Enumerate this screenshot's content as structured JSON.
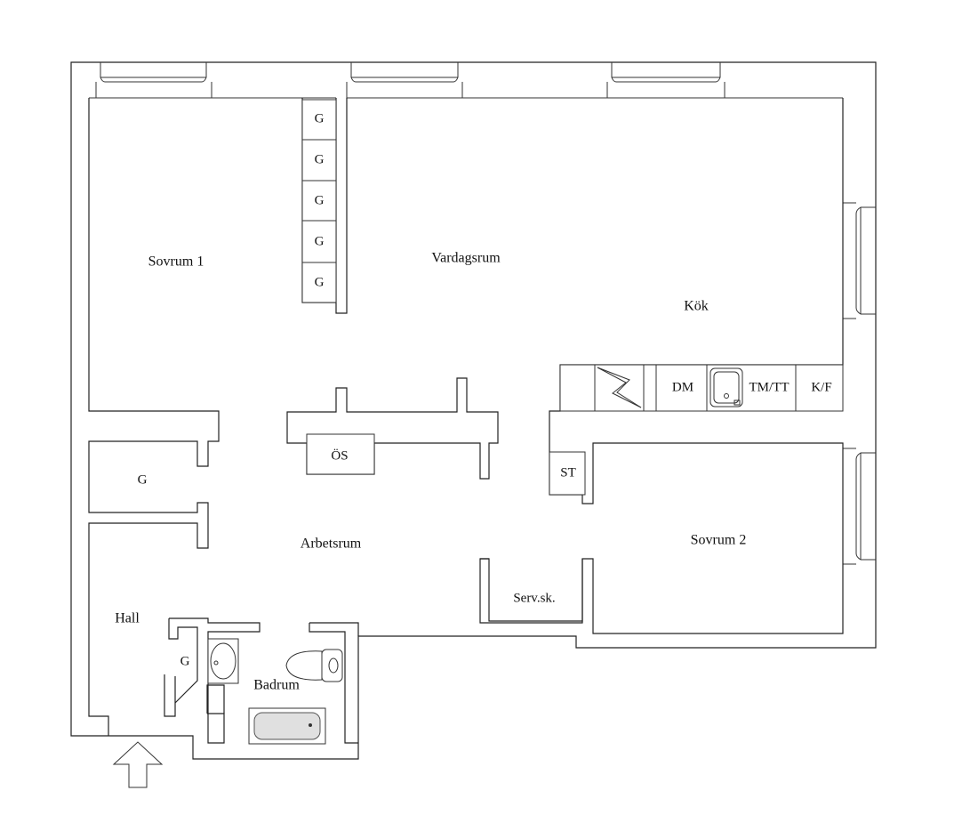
{
  "rooms": {
    "sovrum1": "Sovrum 1",
    "vardagsrum": "Vardagsrum",
    "kok": "Kök",
    "sovrum2": "Sovrum 2",
    "arbetsrum": "Arbetsrum",
    "hall": "Hall",
    "badrum": "Badrum"
  },
  "fixtures": {
    "wardrobe": "G",
    "os": "ÖS",
    "dm": "DM",
    "tmtt": "TM/TT",
    "kf": "K/F",
    "st": "ST",
    "servsk": "Serv.sk."
  }
}
